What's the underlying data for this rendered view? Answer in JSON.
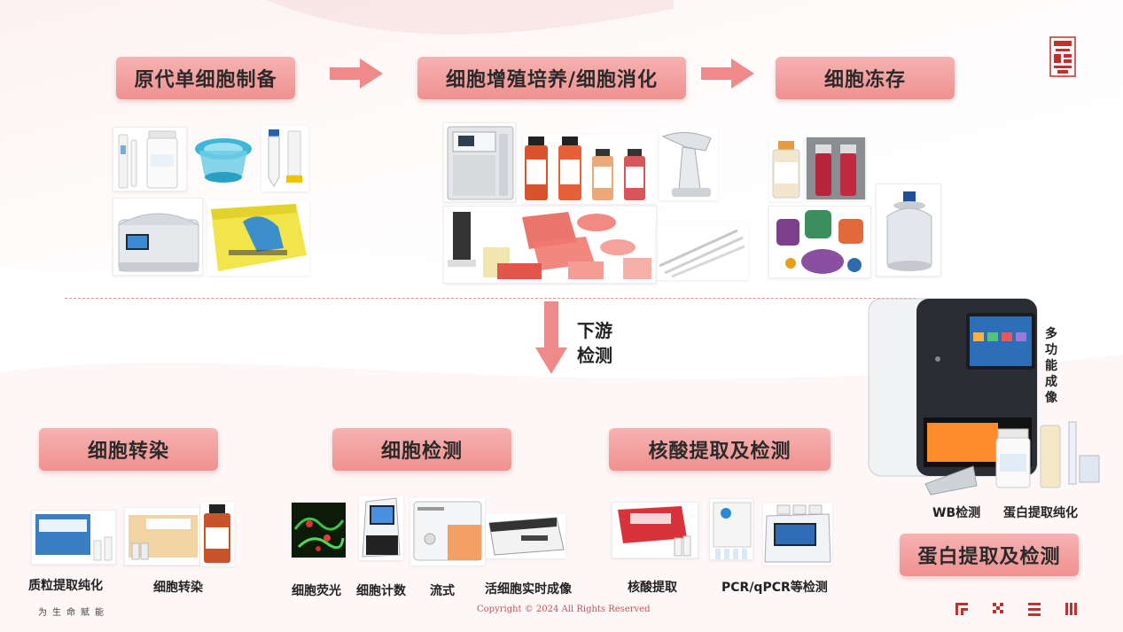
{
  "top_flow": {
    "step1": "原代单细胞制备",
    "step2": "细胞增殖培养/细胞消化",
    "step3": "细胞冻存"
  },
  "down_label": [
    "下游",
    "检测"
  ],
  "imaging_label": [
    "多",
    "功",
    "能",
    "成",
    "像"
  ],
  "bottom_sections": {
    "transfection": "细胞转染",
    "detection": "细胞检测",
    "nucleic": "核酸提取及检测",
    "protein": "蛋白提取及检测"
  },
  "captions": {
    "plasmid": "质粒提取纯化",
    "transfect": "细胞转染",
    "fluorescence": "细胞荧光",
    "counting": "细胞计数",
    "flow": "流式",
    "live_imaging": "活细胞实时成像",
    "nucleic_extract": "核酸提取",
    "pcr": "PCR/qPCR等检测",
    "wb": "WB检测",
    "protein_purify": "蛋白提取纯化"
  },
  "footer": {
    "slogan": "为生命赋能",
    "copyright": "Copyright © 2024 All Rights Reserved"
  },
  "colors": {
    "accent": "#ef9190",
    "brand_red": "#c0302e",
    "arrow": "#ee8a89"
  }
}
